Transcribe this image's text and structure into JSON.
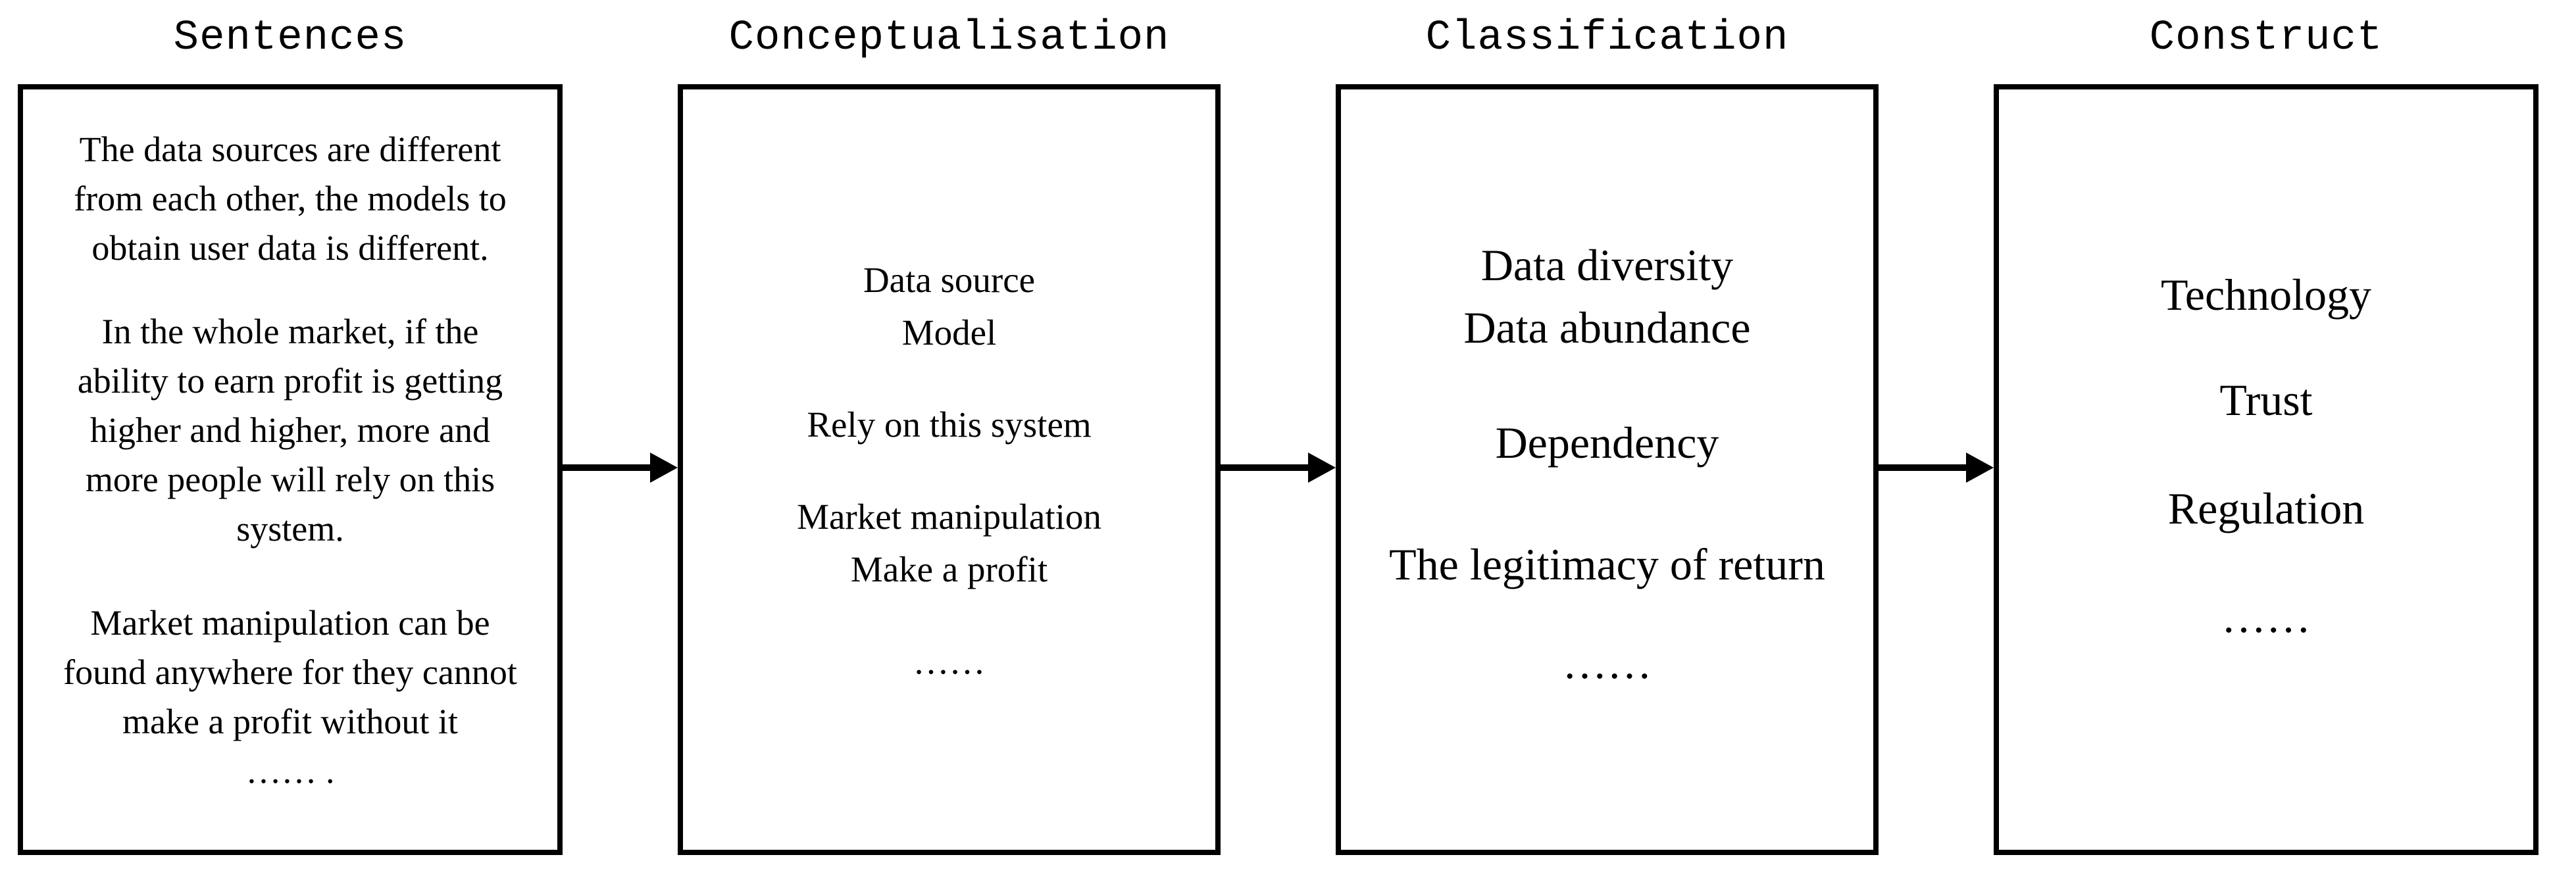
{
  "colors": {
    "ink": "#000000",
    "background": "#ffffff"
  },
  "titles": [
    "Sentences",
    "Conceptualisation",
    "Classification",
    "Construct"
  ],
  "boxes": [
    {
      "title": "Sentences",
      "paragraphs": [
        {
          "lines": [
            "The data sources are different",
            "from each other, the models to",
            "obtain user data is different."
          ]
        },
        {
          "lines": [
            "In the whole market, if the",
            "ability to earn profit is getting",
            "higher and higher, more and",
            "more people will rely on this",
            "system."
          ]
        },
        {
          "lines": [
            "Market manipulation can be",
            "found anywhere for they cannot",
            "make a profit without it",
            "…… ."
          ]
        }
      ]
    },
    {
      "title": "Conceptualisation",
      "groups": [
        {
          "lines": [
            "Data source",
            "Model"
          ]
        },
        {
          "lines": [
            "Rely on this system"
          ]
        },
        {
          "lines": [
            "Market manipulation",
            "Make a profit"
          ]
        },
        {
          "lines": [
            "……"
          ]
        }
      ]
    },
    {
      "title": "Classification",
      "groups": [
        {
          "lines": [
            "Data diversity",
            "Data abundance"
          ]
        },
        {
          "lines": [
            "Dependency"
          ]
        },
        {
          "lines": [
            "The legitimacy of return"
          ]
        },
        {
          "lines": [
            "……"
          ]
        }
      ]
    },
    {
      "title": "Construct",
      "groups": [
        {
          "lines": [
            "Technology"
          ]
        },
        {
          "lines": [
            "Trust"
          ]
        },
        {
          "lines": [
            "Regulation"
          ]
        },
        {
          "lines": [
            "……"
          ]
        }
      ]
    }
  ],
  "arrows": [
    {
      "from": "Sentences",
      "to": "Conceptualisation",
      "direction": "right"
    },
    {
      "from": "Conceptualisation",
      "to": "Classification",
      "direction": "right"
    },
    {
      "from": "Classification",
      "to": "Construct",
      "direction": "right"
    }
  ]
}
